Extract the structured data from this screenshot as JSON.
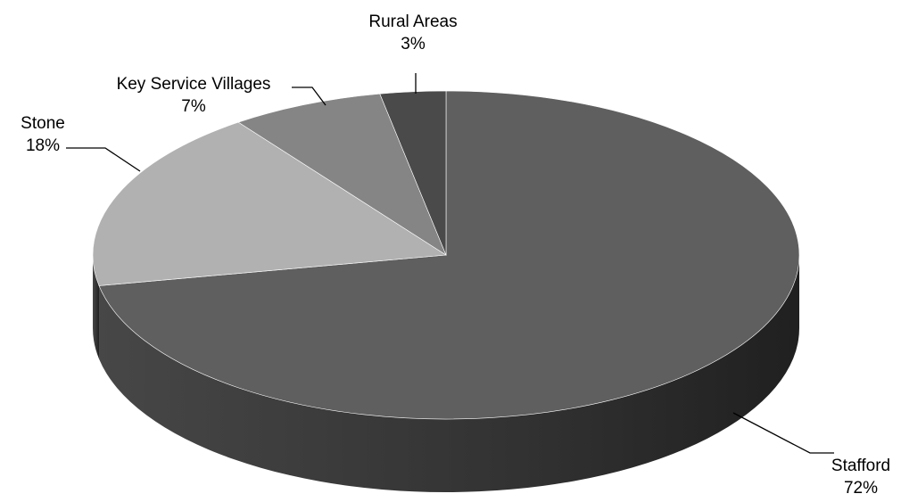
{
  "chart_data": {
    "type": "pie",
    "title": "",
    "labels": [
      "Stafford",
      "Stone",
      "Key Service Villages",
      "Rural Areas"
    ],
    "values": [
      72,
      18,
      7,
      3
    ],
    "value_labels": [
      "72%",
      "18%",
      "7%",
      "3%"
    ],
    "colors": [
      "#5f5f5f",
      "#b1b1b1",
      "#858585",
      "#4a4a4a"
    ],
    "legend": "none",
    "style": "3d",
    "label_placement": "outside-with-leader-lines"
  }
}
